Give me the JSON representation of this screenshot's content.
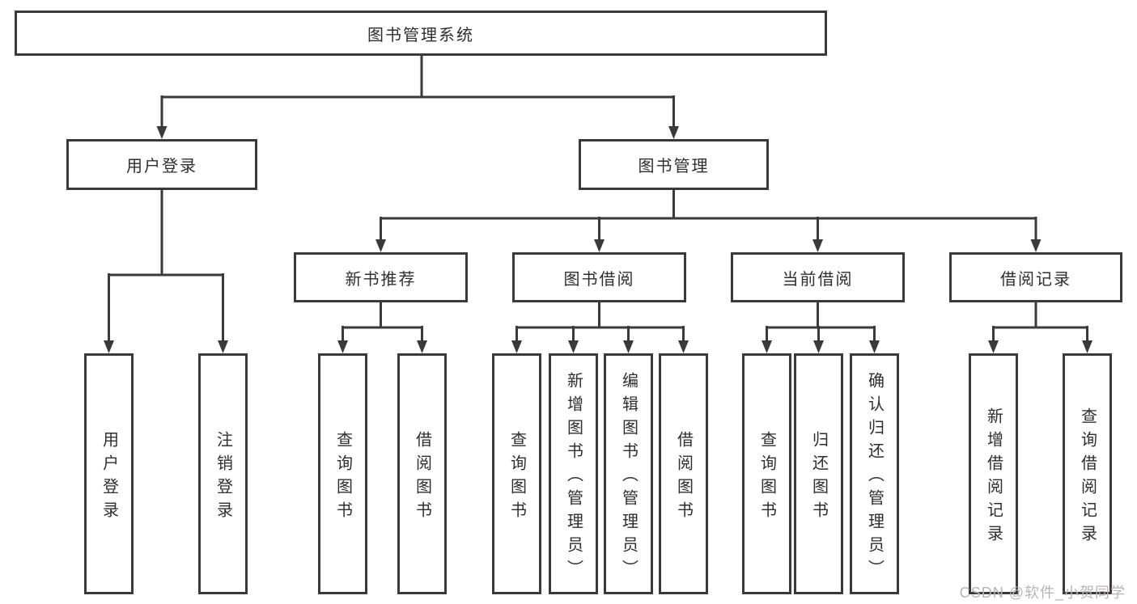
{
  "diagram": {
    "type": "hierarchy-tree",
    "watermark": "CSDN @软件_小贺同学",
    "colors": {
      "background": "#ffffff",
      "box_fill": "#ffffff",
      "box_border": "#3a3a3a",
      "line": "#3a3a3a",
      "text": "#2e2e2e",
      "watermark": "#b9b3b3"
    },
    "tree": {
      "label": "图书管理系统",
      "children": [
        {
          "label": "用户登录",
          "children": [
            {
              "label": "用户登录"
            },
            {
              "label": "注销登录"
            }
          ]
        },
        {
          "label": "图书管理",
          "children": [
            {
              "label": "新书推荐",
              "children": [
                {
                  "label": "查询图书"
                },
                {
                  "label": "借阅图书"
                }
              ]
            },
            {
              "label": "图书借阅",
              "children": [
                {
                  "label": "查询图书"
                },
                {
                  "label": "新增图书（管理员）"
                },
                {
                  "label": "编辑图书（管理员）"
                },
                {
                  "label": "借阅图书"
                }
              ]
            },
            {
              "label": "当前借阅",
              "children": [
                {
                  "label": "查询图书"
                },
                {
                  "label": "归还图书"
                },
                {
                  "label": "确认归还（管理员）"
                }
              ]
            },
            {
              "label": "借阅记录",
              "children": [
                {
                  "label": "新增借阅记录"
                },
                {
                  "label": "查询借阅记录"
                }
              ]
            }
          ]
        }
      ]
    }
  }
}
